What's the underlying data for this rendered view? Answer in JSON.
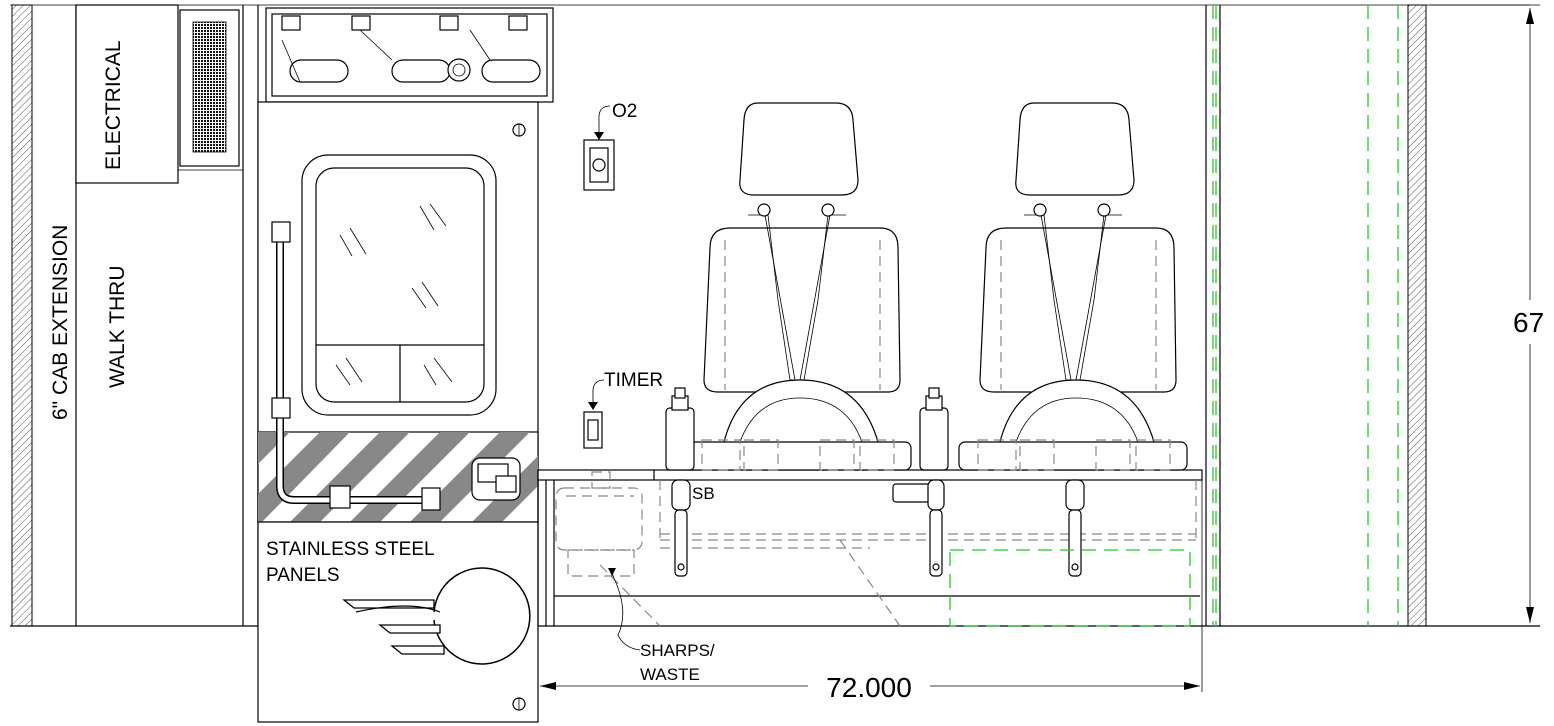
{
  "labels": {
    "cab_extension": "6\" CAB EXTENSION",
    "walk_thru": "WALK THRU",
    "electrical": "ELECTRICAL",
    "o2": "O2",
    "timer": "TIMER",
    "sb": "SB",
    "stainless_steel_line1": "STAINLESS STEEL",
    "stainless_steel_line2": "PANELS",
    "sharps_line1": "SHARPS/",
    "sharps_line2": "WASTE"
  },
  "dimensions": {
    "width": "72.000",
    "height": "67"
  },
  "colors": {
    "line": "#000000",
    "hatch": "#888888",
    "hidden_line": "#888888",
    "clearance_line": "#22cc22"
  }
}
